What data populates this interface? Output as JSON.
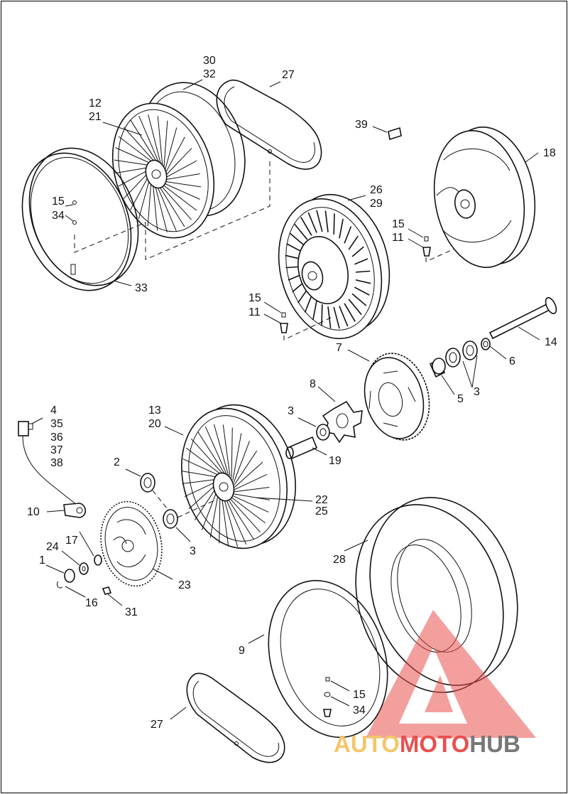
{
  "callouts": [
    {
      "id": "c30",
      "text": "30"
    },
    {
      "id": "c32",
      "text": "32"
    },
    {
      "id": "c27a",
      "text": "27"
    },
    {
      "id": "c12",
      "text": "12"
    },
    {
      "id": "c21",
      "text": "21"
    },
    {
      "id": "c39",
      "text": "39"
    },
    {
      "id": "c18",
      "text": "18"
    },
    {
      "id": "c15a",
      "text": "15"
    },
    {
      "id": "c34a",
      "text": "34"
    },
    {
      "id": "c26",
      "text": "26"
    },
    {
      "id": "c29",
      "text": "29"
    },
    {
      "id": "c15b",
      "text": "15"
    },
    {
      "id": "c11a",
      "text": "11"
    },
    {
      "id": "c33",
      "text": "33"
    },
    {
      "id": "c15c",
      "text": "15"
    },
    {
      "id": "c11b",
      "text": "11"
    },
    {
      "id": "c14",
      "text": "14"
    },
    {
      "id": "c7",
      "text": "7"
    },
    {
      "id": "c6",
      "text": "6"
    },
    {
      "id": "c8",
      "text": "8"
    },
    {
      "id": "c5",
      "text": "5"
    },
    {
      "id": "c3a",
      "text": "3"
    },
    {
      "id": "c4",
      "text": "4"
    },
    {
      "id": "c35",
      "text": "35"
    },
    {
      "id": "c36",
      "text": "36"
    },
    {
      "id": "c37",
      "text": "37"
    },
    {
      "id": "c38",
      "text": "38"
    },
    {
      "id": "c13",
      "text": "13"
    },
    {
      "id": "c20",
      "text": "20"
    },
    {
      "id": "c3b",
      "text": "3"
    },
    {
      "id": "c19",
      "text": "19"
    },
    {
      "id": "c2",
      "text": "2"
    },
    {
      "id": "c22",
      "text": "22"
    },
    {
      "id": "c25",
      "text": "25"
    },
    {
      "id": "c10",
      "text": "10"
    },
    {
      "id": "c3c",
      "text": "3"
    },
    {
      "id": "c17",
      "text": "17"
    },
    {
      "id": "c24",
      "text": "24"
    },
    {
      "id": "c28",
      "text": "28"
    },
    {
      "id": "c1",
      "text": "1"
    },
    {
      "id": "c23",
      "text": "23"
    },
    {
      "id": "c16",
      "text": "16"
    },
    {
      "id": "c31",
      "text": "31"
    },
    {
      "id": "c9",
      "text": "9"
    },
    {
      "id": "c15d",
      "text": "15"
    },
    {
      "id": "c34b",
      "text": "34"
    },
    {
      "id": "c27b",
      "text": "27"
    }
  ],
  "watermark": {
    "word_part1": "AUTO",
    "word_part2": "MOTO",
    "word_part3": "HUB",
    "color_auto": "#f4c66a",
    "color_moto": "#e9504e",
    "color_hub": "#777777",
    "triangle_color": "#e9504e"
  }
}
